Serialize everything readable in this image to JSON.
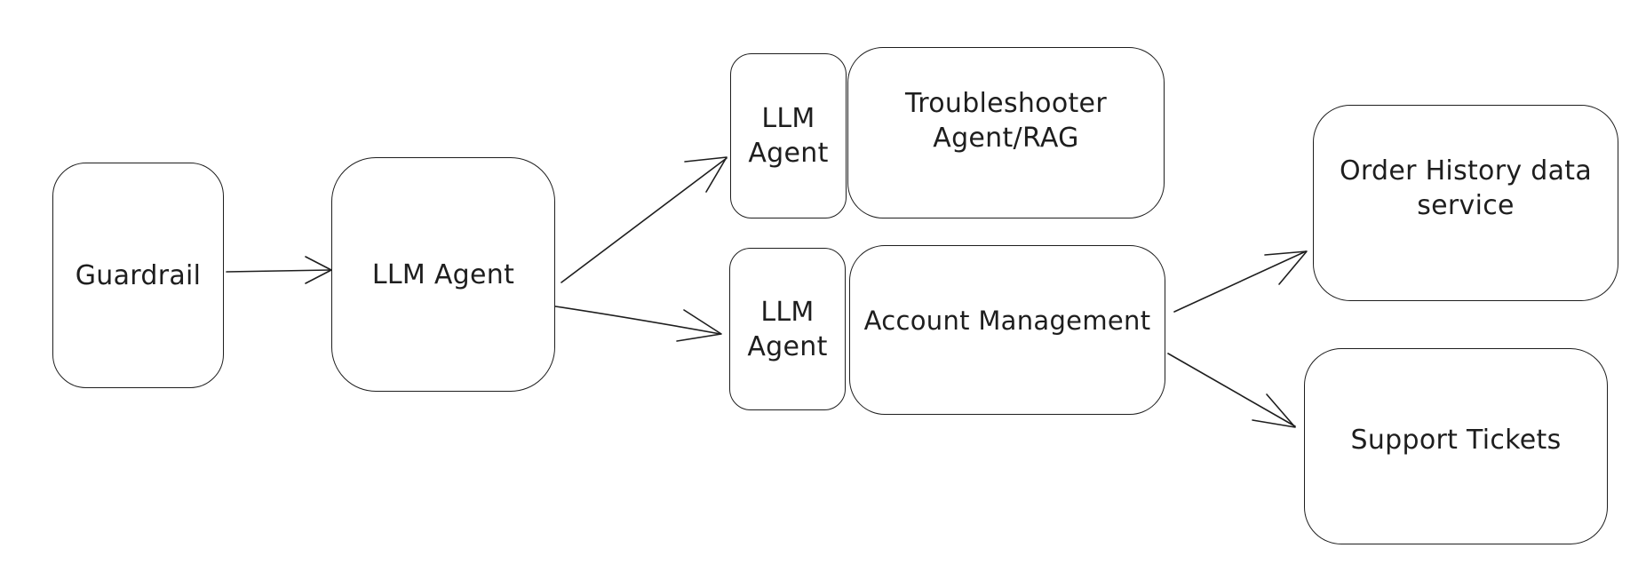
{
  "diagram": {
    "nodes": {
      "guardrail": {
        "label": "Guardrail"
      },
      "llm_agent_main": {
        "label": "LLM Agent"
      },
      "llm_agent_troubleshooter": {
        "label": "LLM\nAgent"
      },
      "troubleshooter": {
        "label": "Troubleshooter\nAgent/RAG"
      },
      "llm_agent_account": {
        "label": "LLM\nAgent"
      },
      "account_management": {
        "label": "Account Management"
      },
      "order_history": {
        "label": "Order History data\nservice"
      },
      "support_tickets": {
        "label": "Support Tickets"
      }
    },
    "edges": [
      {
        "from": "Guardrail",
        "to": "LLM Agent"
      },
      {
        "from": "LLM Agent",
        "to": "LLM Agent (Troubleshooter)"
      },
      {
        "from": "LLM Agent",
        "to": "LLM Agent (Account Management)"
      },
      {
        "from": "Account Management",
        "to": "Order History data service"
      },
      {
        "from": "Account Management",
        "to": "Support Tickets"
      }
    ]
  }
}
